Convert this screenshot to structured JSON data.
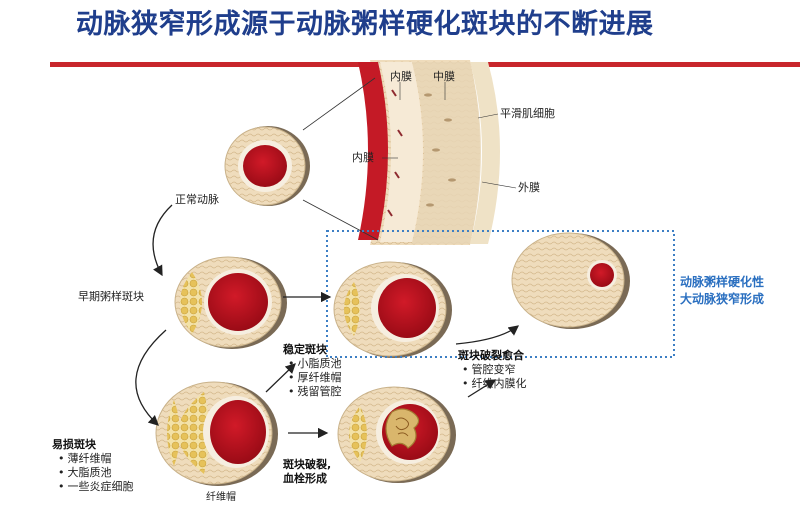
{
  "title": "动脉狭窄形成源于动脉粥样硬化斑块的不断进展",
  "colors": {
    "title": "#1f3e8c",
    "rule": "#c8262c",
    "callout": "#2a6fc0",
    "lumen": "#b8101e",
    "wall": "#f1e2c8",
    "fat": "#e8c760",
    "box": "#3d7fc4"
  },
  "labels": {
    "intima_top": "内膜",
    "media_top": "中膜",
    "smooth_muscle": "平滑肌细胞",
    "intima_mid": "内膜",
    "adventitia": "外膜",
    "normal_artery": "正常动脉",
    "early_plaque": "早期粥样斑块",
    "fibrous_cap": "纤维帽",
    "thrombus_caption_1": "斑块破裂,",
    "thrombus_caption_2": "血栓形成"
  },
  "stable": {
    "heading": "稳定斑块",
    "items": [
      "小脂质池",
      "厚纤维帽",
      "残留管腔"
    ]
  },
  "healing": {
    "heading": "斑块破裂愈合",
    "items": [
      "管腔变窄",
      "纤维内膜化"
    ]
  },
  "vulnerable": {
    "heading": "易损斑块",
    "items": [
      "薄纤维帽",
      "大脂质池",
      "一些炎症细胞"
    ]
  },
  "callout": {
    "line1": "动脉粥样硬化性",
    "line2": "大动脉狭窄形成"
  }
}
